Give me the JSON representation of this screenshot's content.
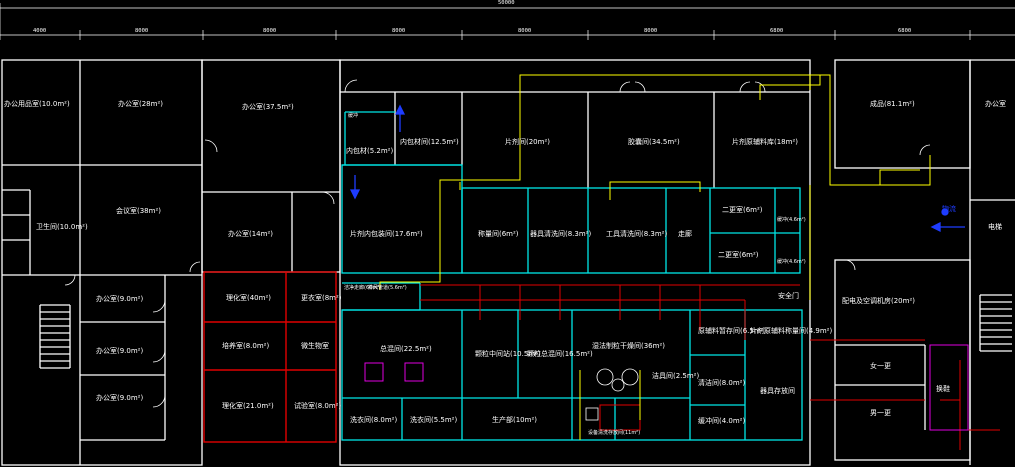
{
  "dimensions": {
    "total": "50000",
    "segments": [
      "4000",
      "8000",
      "8000",
      "8000",
      "8000",
      "8000",
      "6800",
      "6800"
    ]
  },
  "colors": {
    "background": "#000000",
    "wall": "#ffffff",
    "clean_zone": "#00e6e6",
    "lab_zone": "#e00000",
    "duct": "#e00000",
    "air_supply": "#ffff00",
    "marker": "#e000e0",
    "flow": "#1e3cff"
  },
  "rooms": {
    "office_manager": "办公用品室(10.0m²)",
    "office_1": "办公室(28m²)",
    "office_2": "办公室(37.5m²)",
    "hall_left": "卫生间(10.0m²)",
    "meeting": "会议室(38m²)",
    "office_3": "办公室(14m²)",
    "office_4": "办公室(9.0m²)",
    "office_5": "办公室(9.0m²)",
    "office_6": "办公室(9.0m²)",
    "lab_1": "理化室(40m²)",
    "lab_2": "更衣室(8m²)",
    "lab_3": "培养室(8.0m²)",
    "lab_4": "微生物室",
    "lab_5": "理化室(21.0m²)",
    "lab_6": "试验室(8.0m²)",
    "outer_pack_top": "内包材间(12.5m²)",
    "inner_pack_small": "内包材(5.2m²)",
    "tablet_room": "片剂间(20m²)",
    "capsule_room": "胶囊间(34.5m²)",
    "tablet_store": "片剂原辅料库(18m²)",
    "tablet_pack": "片剂内包装间(17.6m²)",
    "weigh": "称量间(6m²)",
    "container_wash": "器具清洗间(8.3m²)",
    "tool_clean": "工具清洗间(8.3m²)",
    "corridor_top": "走廊",
    "change2": "二更室(6m²)",
    "change2b": "二更室(6m²)",
    "buffer_top": "缓冲(4.6m²)",
    "buffer_bot": "缓冲(4.6m²)",
    "corridor_label": "洁净走廊(60m²)",
    "safe_door": "安全门",
    "drying": "总混间(22.5m²)",
    "interm_store": "颗粒中间站(10.5m²)",
    "mixer": "颗粒总混间(16.5m²)",
    "granulation": "湿法制粒干燥间(36m²)",
    "raw_change": "原辅料暂存间(6.5m²)",
    "dispatch": "片剂原辅料称量间(4.9m²)",
    "clean_cloth": "洁具间(2.5m²)",
    "return_room": "清洁间(8.0m²)",
    "equip_store": "器具存放间",
    "wash_room_a": "洗衣间(8.0m²)",
    "wash_room_b": "洗衣间(5.5m²)",
    "production_office": "生产部(10m²)",
    "buffer_small": "缓冲间(4.0m²)",
    "equipment_top": "设备清洗存放间(11m²)",
    "corridor_right": "缓冲",
    "warehouse": "成品(81.1m²)",
    "office_r": "办公室",
    "stair_r": "电梯",
    "aux_room": "配电及空调机房(20m²)",
    "change_1": "女一更",
    "change_m": "男一更",
    "entry": "换鞋",
    "arrow_label": "物流",
    "duct_label": "排风管道(5.6m²)"
  }
}
